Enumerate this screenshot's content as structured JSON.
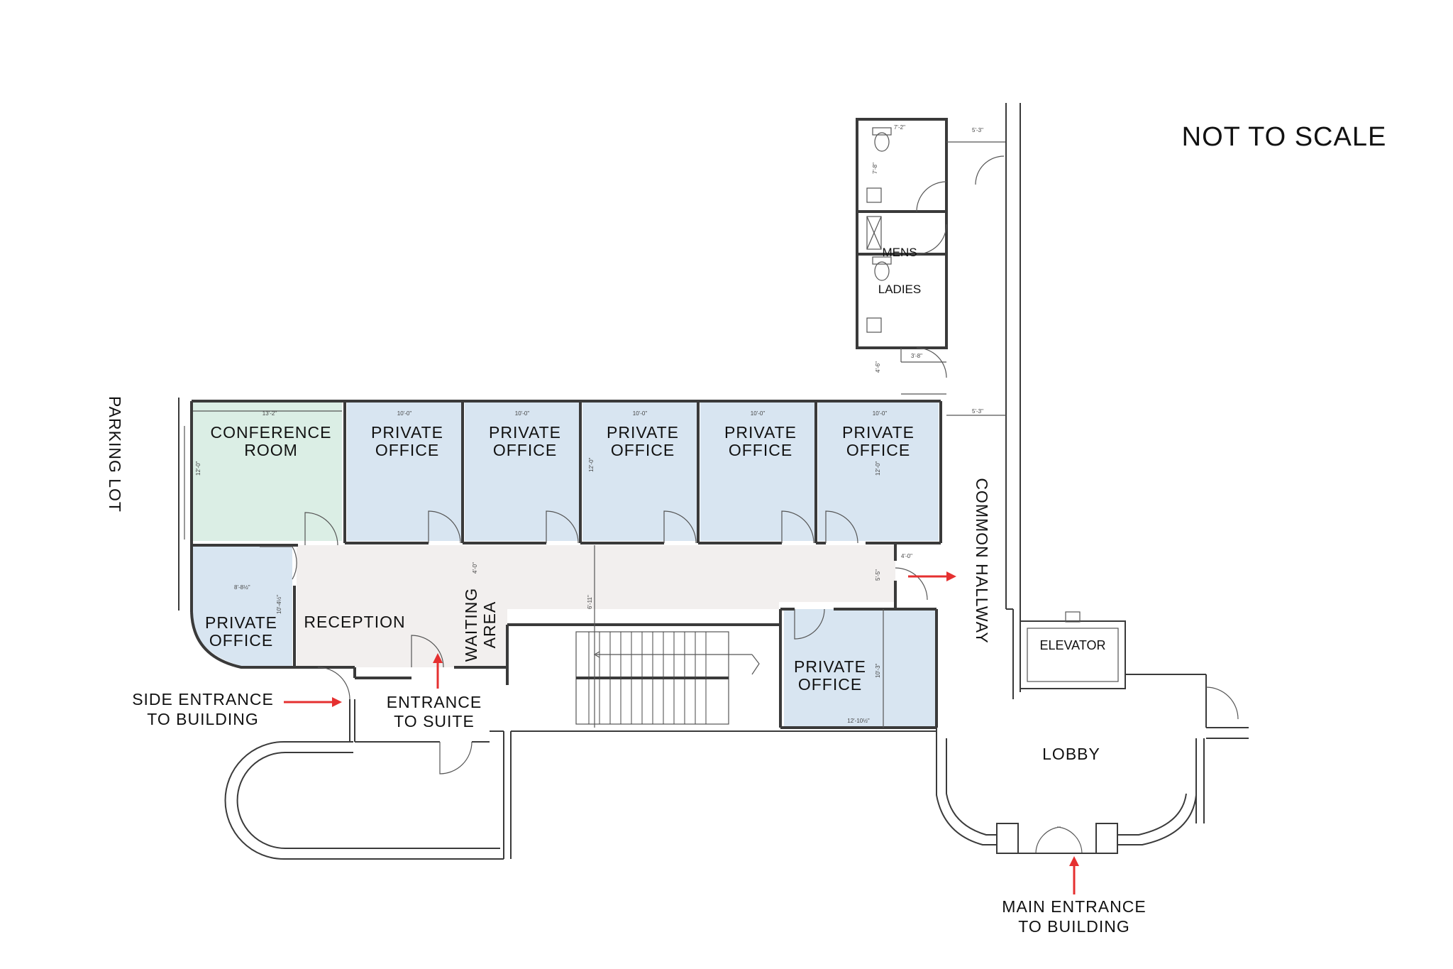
{
  "title": "NOT TO SCALE",
  "rooms": {
    "conference": [
      "CONFERENCE",
      "ROOM"
    ],
    "office": [
      "PRIVATE",
      "OFFICE"
    ],
    "reception": "RECEPTION",
    "waiting": [
      "WAITING",
      "AREA"
    ],
    "mens": "MENS",
    "ladies": "LADIES",
    "elevator": "ELEVATOR",
    "lobby": "LOBBY",
    "common_hallway": "COMMON HALLWAY",
    "parking_lot": "PARKING LOT"
  },
  "entrances": {
    "side": [
      "SIDE ENTRANCE",
      "TO BUILDING"
    ],
    "suite": [
      "ENTRANCE",
      "TO SUITE"
    ],
    "main": [
      "MAIN ENTRANCE",
      "TO BUILDING"
    ]
  },
  "dimensions": {
    "conference_w": "13'-2\"",
    "office_w": "10'-0\"",
    "office_d": "12'-0\"",
    "corridor_a": "5'-3\"",
    "corridor_b": "5'-3\"",
    "wc_a": "7'-2\"",
    "wc_b": "7'-8\"",
    "wc_c": "3'-8\"",
    "wc_d": "4'-6\"",
    "side_office_w": "8'-8½\"",
    "side_office_d": "10'-4½\"",
    "waiting_d": "4'-0\"",
    "hall_w": "6'-11\"",
    "exit_w": "4'-0\"",
    "exit_d": "5'-5\"",
    "bottom_office_d": "10'-3\"",
    "bottom_office_w": "12'-10½\""
  },
  "colors": {
    "office_fill": "#d8e5f1",
    "conference_fill": "#dbeee5",
    "corridor_fill": "#f2efee",
    "arrow": "#e53030"
  }
}
